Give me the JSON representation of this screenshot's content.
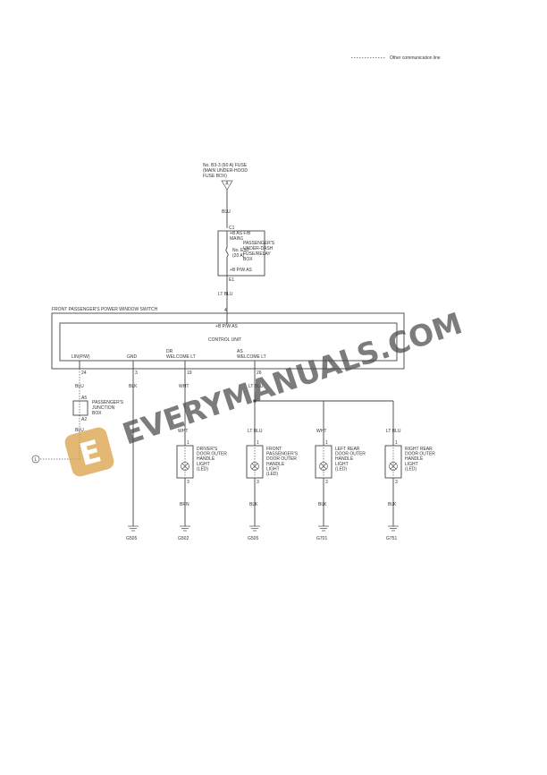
{
  "legend": {
    "other_comm_line": "Other communication line"
  },
  "fuse": {
    "line1": "No. B3-3 (60 A) FUSE",
    "line2": "(MAIN UNDER-HOOD",
    "line3": "FUSE BOX)",
    "connector": "A",
    "wire": "BLU"
  },
  "relay_box": {
    "pin_in": "C1",
    "b_as_fb": "+B AS F/B",
    "main1": "MAIN1",
    "fuse_no": "No. E16",
    "fuse_amp": "(20 A)",
    "b_pw_as": "+B P/W AS",
    "pin_out": "E1",
    "name1": "PASSENGER'S",
    "name2": "UNDER-DASH",
    "name3": "FUSE/RELAY",
    "name4": "BOX",
    "wire_out": "LT BLU"
  },
  "switch": {
    "title": "FRONT PASSENGER'S POWER WINDOW SWITCH",
    "pin_top": "4",
    "b_pw_as": "+B P/W AS",
    "control_unit": "CONTROL UNIT",
    "terms": [
      {
        "label1": "",
        "label2": "LIN(P/W)",
        "pin": "24",
        "wire": "BLU"
      },
      {
        "label1": "",
        "label2": "GND",
        "pin": "3",
        "wire": "BLK"
      },
      {
        "label1": "DR",
        "label2": "WELCOME LT",
        "pin": "19",
        "wire": "WHT"
      },
      {
        "label1": "AS",
        "label2": "WELCOME LT",
        "pin": "26",
        "wire": "LT BLU"
      }
    ]
  },
  "junction": {
    "pin_a": "A5",
    "pin_b": "A2",
    "line1": "PASSENGER'S",
    "line2": "JUNCTION",
    "line3": "BOX",
    "wire_out": "BLU",
    "conn": "L"
  },
  "lights": [
    {
      "wire_in": "WHT",
      "pin_top": "1",
      "pin_bot": "3",
      "name1": "DRIVER'S",
      "name2": "DOOR OUTER",
      "name3": "HANDLE",
      "name4": "LIGHT",
      "name5": "(LED)",
      "name6": "",
      "wire_out": "BRN",
      "ground": "G502"
    },
    {
      "wire_in": "LT BLU",
      "pin_top": "1",
      "pin_bot": "3",
      "name1": "FRONT",
      "name2": "PASSENGER'S",
      "name3": "DOOR OUTER",
      "name4": "HANDLE",
      "name5": "LIGHT",
      "name6": "(LED)",
      "wire_out": "BLK",
      "ground": "G505"
    },
    {
      "wire_in": "WHT",
      "pin_top": "1",
      "pin_bot": "3",
      "name1": "LEFT REAR",
      "name2": "DOOR OUTER",
      "name3": "HANDLE",
      "name4": "LIGHT",
      "name5": "(LED)",
      "name6": "",
      "wire_out": "BLK",
      "ground": "G701"
    },
    {
      "wire_in": "LT BLU",
      "pin_top": "1",
      "pin_bot": "3",
      "name1": "RIGHT REAR",
      "name2": "DOOR OUTER",
      "name3": "HANDLE",
      "name4": "LIGHT",
      "name5": "(LED)",
      "name6": "",
      "wire_out": "BLK",
      "ground": "G751"
    }
  ],
  "gnd_wire": {
    "ground": "G505"
  },
  "watermark": {
    "text": "EVERYMANUALS.COM",
    "logo_letter": "E",
    "color": "#d9a34a",
    "text_color": "#4a4a4a"
  }
}
